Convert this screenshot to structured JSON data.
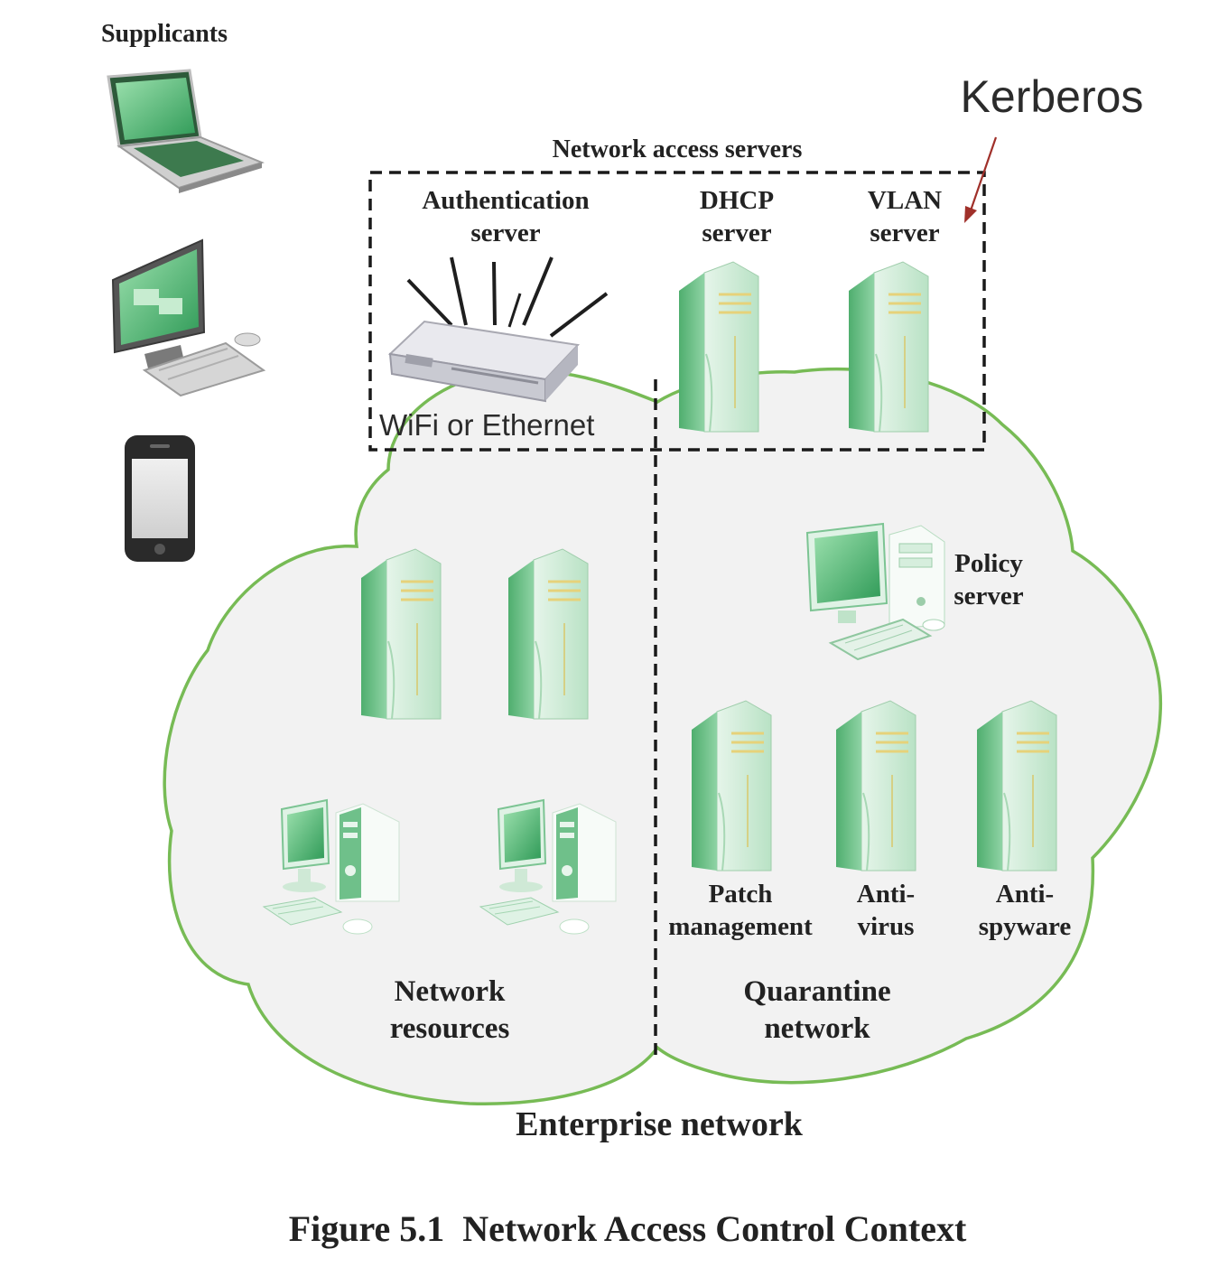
{
  "supplicants_label": "Supplicants",
  "kerberos_label": "Kerberos",
  "nas_label": "Network access servers",
  "auth_server": [
    "Authentication",
    "server"
  ],
  "dhcp_server": [
    "DHCP",
    "server"
  ],
  "vlan_server": [
    "VLAN",
    "server"
  ],
  "access_point_label": "WiFi or Ethernet",
  "policy_server": [
    "Policy",
    "server"
  ],
  "patch_mgmt": [
    "Patch",
    "management"
  ],
  "antivirus": [
    "Anti-",
    "virus"
  ],
  "antispyware": [
    "Anti-",
    "spyware"
  ],
  "network_resources": [
    "Network",
    "resources"
  ],
  "quarantine_network": [
    "Quarantine",
    "network"
  ],
  "enterprise_network_label": "Enterprise network",
  "caption": "Figure 5.1  Network Access Control Context",
  "colors": {
    "cloud_fill": "#f2f2f2",
    "cloud_stroke": "#77bb55",
    "server_light": "#cfead8",
    "server_dark": "#6fc08a",
    "arrow": "#a0302a",
    "dash": "#1a1a1a"
  }
}
